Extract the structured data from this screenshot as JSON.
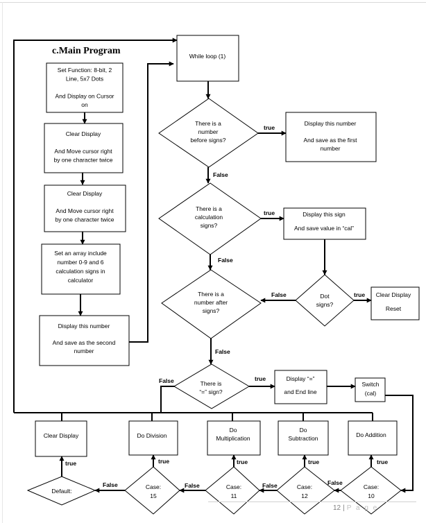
{
  "title": "c.Main Program",
  "nodes": {
    "set_function": [
      "Set Function:  8-bit, 2",
      "Line, 5x7 Dots",
      "",
      "And Display on Cursor",
      "on"
    ],
    "clear_display_1": [
      "Clear Display",
      "",
      "And Move cursor right",
      "by one character twice"
    ],
    "clear_display_2": [
      "Clear Display",
      "",
      "And Move cursor right",
      "by one character twice"
    ],
    "set_array": [
      "Set an array include",
      "number 0-9 and 6",
      "calculation  signs in",
      "calculator"
    ],
    "display_second": [
      "Display this  number",
      "",
      "And save as the second",
      "number"
    ],
    "while_loop": [
      "While loop (1)"
    ],
    "number_before": [
      "There is a",
      "number",
      "before signs?"
    ],
    "display_first": [
      "Display this  number",
      "",
      "And save as the first",
      "number"
    ],
    "calc_signs": [
      "There is a",
      "calculation",
      "signs?"
    ],
    "display_sign": [
      "Display this  sign",
      "",
      "And save value in “cal”"
    ],
    "number_after": [
      "There is a",
      "number after",
      "signs?"
    ],
    "dot_signs": [
      "Dot",
      "signs?"
    ],
    "clear_reset": [
      "Clear Display",
      "",
      "Reset"
    ],
    "equal_sign": [
      "There is",
      "“=” sign?"
    ],
    "display_equal": [
      "Display “=”",
      "",
      "and End line"
    ],
    "switch_cal": [
      "Switch",
      "(cal)"
    ],
    "clear_display_end": [
      "Clear Display"
    ],
    "do_division": [
      "Do Division"
    ],
    "do_multiplication": [
      "Do",
      "Multiplication"
    ],
    "do_subtraction": [
      "Do",
      "Subtraction"
    ],
    "do_addition": [
      "Do Addition"
    ],
    "default_case": [
      "Default:"
    ],
    "case15": [
      "Case:",
      "15"
    ],
    "case11": [
      "Case:",
      "11"
    ],
    "case12": [
      "Case:",
      "12"
    ],
    "case10": [
      "Case:",
      "10"
    ]
  },
  "edge_labels": {
    "true": "true",
    "false": "False"
  },
  "footer": {
    "page_number": "12",
    "separator": "|",
    "page_word": "P a g e"
  }
}
